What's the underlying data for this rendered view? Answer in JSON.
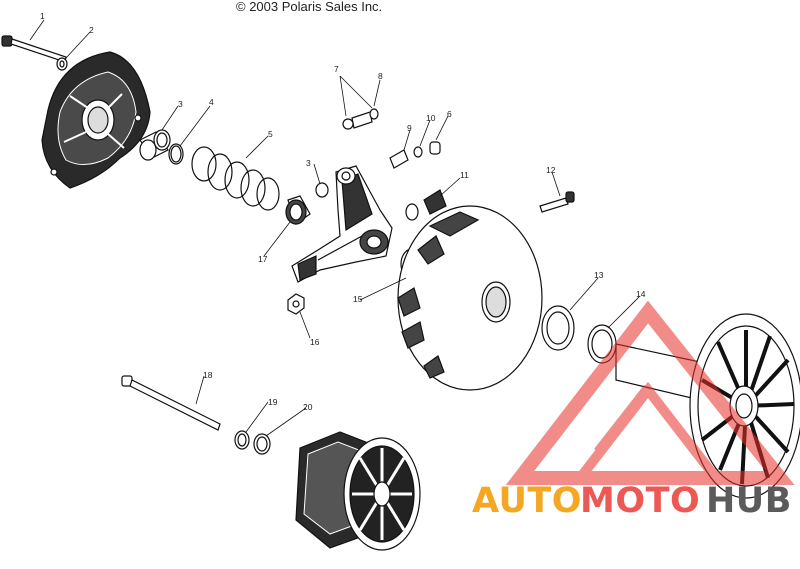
{
  "copyright": "© 2003 Polaris Sales Inc.",
  "callouts": [
    {
      "id": "p1",
      "label": "1"
    },
    {
      "id": "p2",
      "label": "2"
    },
    {
      "id": "p3",
      "label": "3"
    },
    {
      "id": "p4",
      "label": "4"
    },
    {
      "id": "p5",
      "label": "5"
    },
    {
      "id": "p6",
      "label": "6"
    },
    {
      "id": "p7",
      "label": "7"
    },
    {
      "id": "p8",
      "label": "8"
    },
    {
      "id": "p9",
      "label": "9"
    },
    {
      "id": "p10",
      "label": "10"
    },
    {
      "id": "p11",
      "label": "11"
    },
    {
      "id": "p12",
      "label": "12"
    },
    {
      "id": "p13",
      "label": "13"
    },
    {
      "id": "p14",
      "label": "14"
    },
    {
      "id": "p15",
      "label": "15"
    },
    {
      "id": "p16",
      "label": "16"
    },
    {
      "id": "p17",
      "label": "17"
    },
    {
      "id": "p18",
      "label": "18"
    },
    {
      "id": "p19",
      "label": "19"
    },
    {
      "id": "p20",
      "label": "20"
    }
  ],
  "watermark": {
    "part1": "AUTO",
    "part2": "MOTO",
    "part3": "HUB",
    "color_orange": "#f5a623",
    "color_red": "#e8302a",
    "color_gray": "#5b5b5b"
  }
}
